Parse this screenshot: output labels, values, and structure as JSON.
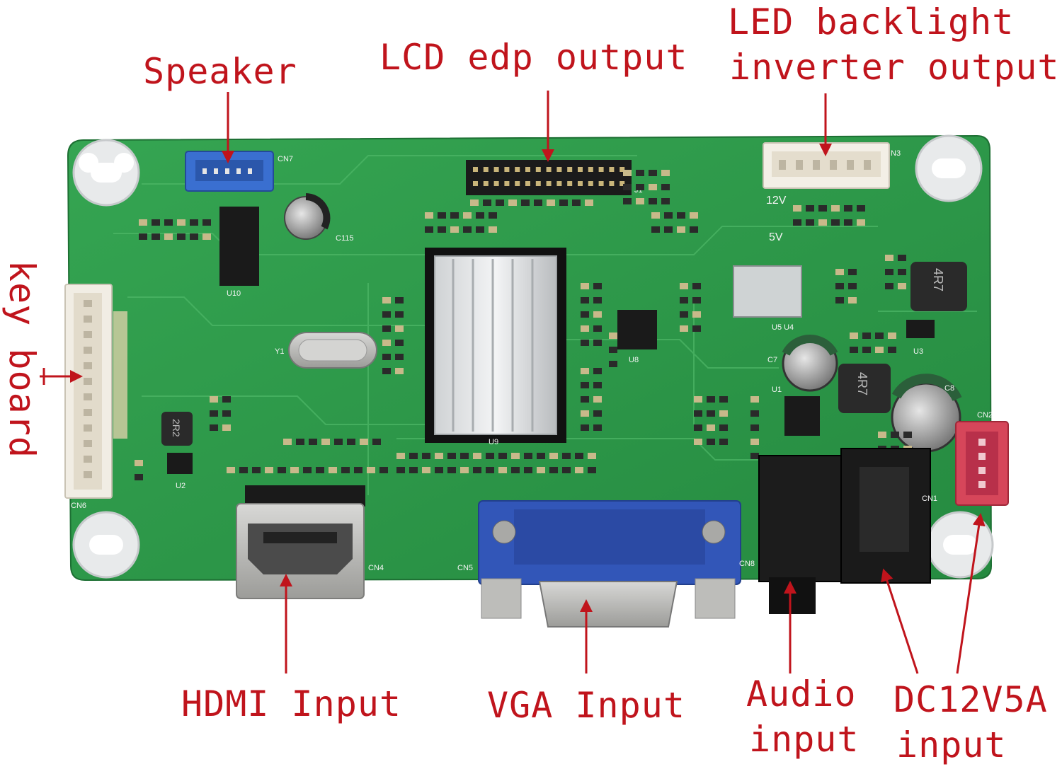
{
  "labels": {
    "speaker": "Speaker",
    "lcd_output": "LCD edp output",
    "led_line1": "LED backlight",
    "led_line2": "inverter output",
    "key_board": "key board",
    "hdmi": "HDMI Input",
    "vga": "VGA Input",
    "audio_line1": "Audio",
    "audio_line2": "input",
    "dc_line1": "DC12V5A",
    "dc_line2": "input"
  },
  "silkscreen": {
    "cn7": "CN7",
    "j1": "J1",
    "n3": "N3",
    "v12": "12V",
    "v5": "5V",
    "c115": "C115",
    "u10": "U10",
    "y1": "Y1",
    "u8": "U8",
    "u5u4": "U5 U4",
    "u3": "U3",
    "c7": "C7",
    "u1": "U1",
    "c8": "C8",
    "cn2": "CN2",
    "u2": "U2",
    "u9": "U9",
    "cn4": "CN4",
    "cn5": "CN5",
    "cn8": "CN8",
    "cn1": "CN1",
    "cn6": "CN6",
    "r2r2": "2R2",
    "r4r7a": "4R7",
    "r4r7b": "4R7"
  },
  "colors": {
    "annotation": "#c0141c",
    "pcb": "#2f9a4a",
    "pcb_dark": "#1f7d38",
    "connector_blue": "#3a6fd0",
    "connector_red": "#d6465a"
  }
}
